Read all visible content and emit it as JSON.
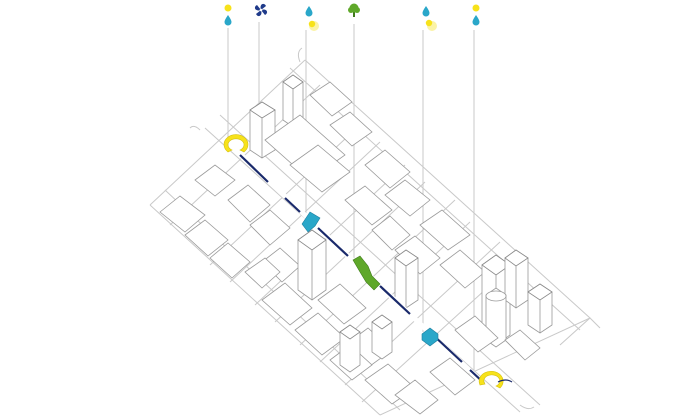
{
  "colors": {
    "sun": "#f7e21a",
    "water": "#2aa7c9",
    "wind": "#1f3a8a",
    "tree": "#5fa82a",
    "path": "#1a2a6b",
    "lines": "#bdbdbd"
  },
  "legend": [
    {
      "icons": [
        "sun-icon",
        "water-drop-icon"
      ]
    },
    {
      "icons": [
        "wind-fan-icon"
      ]
    },
    {
      "icons": [
        "water-drop-icon",
        "sun-halo-icon"
      ]
    },
    {
      "icons": [
        "tree-icon"
      ]
    },
    {
      "icons": [
        "water-drop-icon",
        "sun-halo-icon"
      ]
    },
    {
      "icons": [
        "sun-icon",
        "water-drop-icon"
      ]
    }
  ],
  "markers": [
    {
      "kind": "yellow-ring"
    },
    {
      "kind": "blue-canopy"
    },
    {
      "kind": "green-band"
    },
    {
      "kind": "blue-pavilion"
    },
    {
      "kind": "yellow-ring"
    }
  ]
}
